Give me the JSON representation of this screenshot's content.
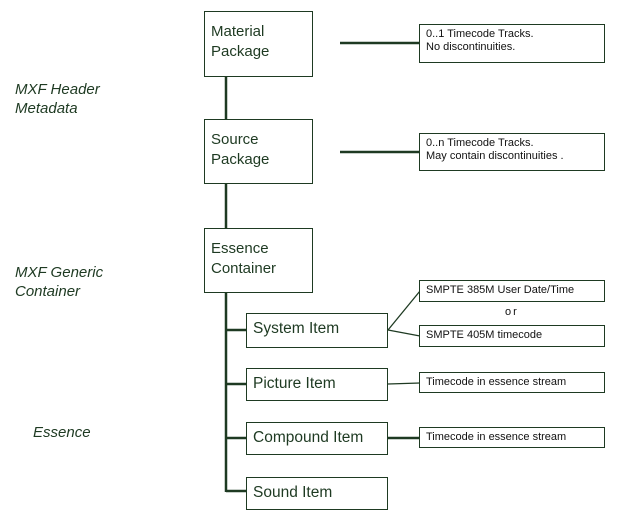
{
  "section_labels": {
    "header_metadata": [
      "MXF Header",
      "Metadata"
    ],
    "generic_container": [
      "MXF Generic",
      "Container"
    ],
    "essence": "Essence"
  },
  "nodes": {
    "material_package": [
      "Material",
      "Package"
    ],
    "source_package": [
      "Source",
      "Package"
    ],
    "essence_container": [
      "Essence",
      "Container"
    ],
    "system_item": "System Item",
    "picture_item": "Picture Item",
    "compound_item": "Compound Item",
    "sound_item": "Sound Item"
  },
  "notes": {
    "material_package": [
      "0..1 Timecode Tracks.",
      "No discontinuities."
    ],
    "source_package": [
      "0..n Timecode Tracks.",
      "May contain discontinuities ."
    ],
    "system_item_a": "SMPTE 385M User Date/Time",
    "system_item_or": "or",
    "system_item_b": "SMPTE 405M timecode",
    "picture_item": "Timecode in essence stream",
    "compound_item": "Timecode in essence stream"
  },
  "colors": {
    "line": "#1e3a22"
  }
}
